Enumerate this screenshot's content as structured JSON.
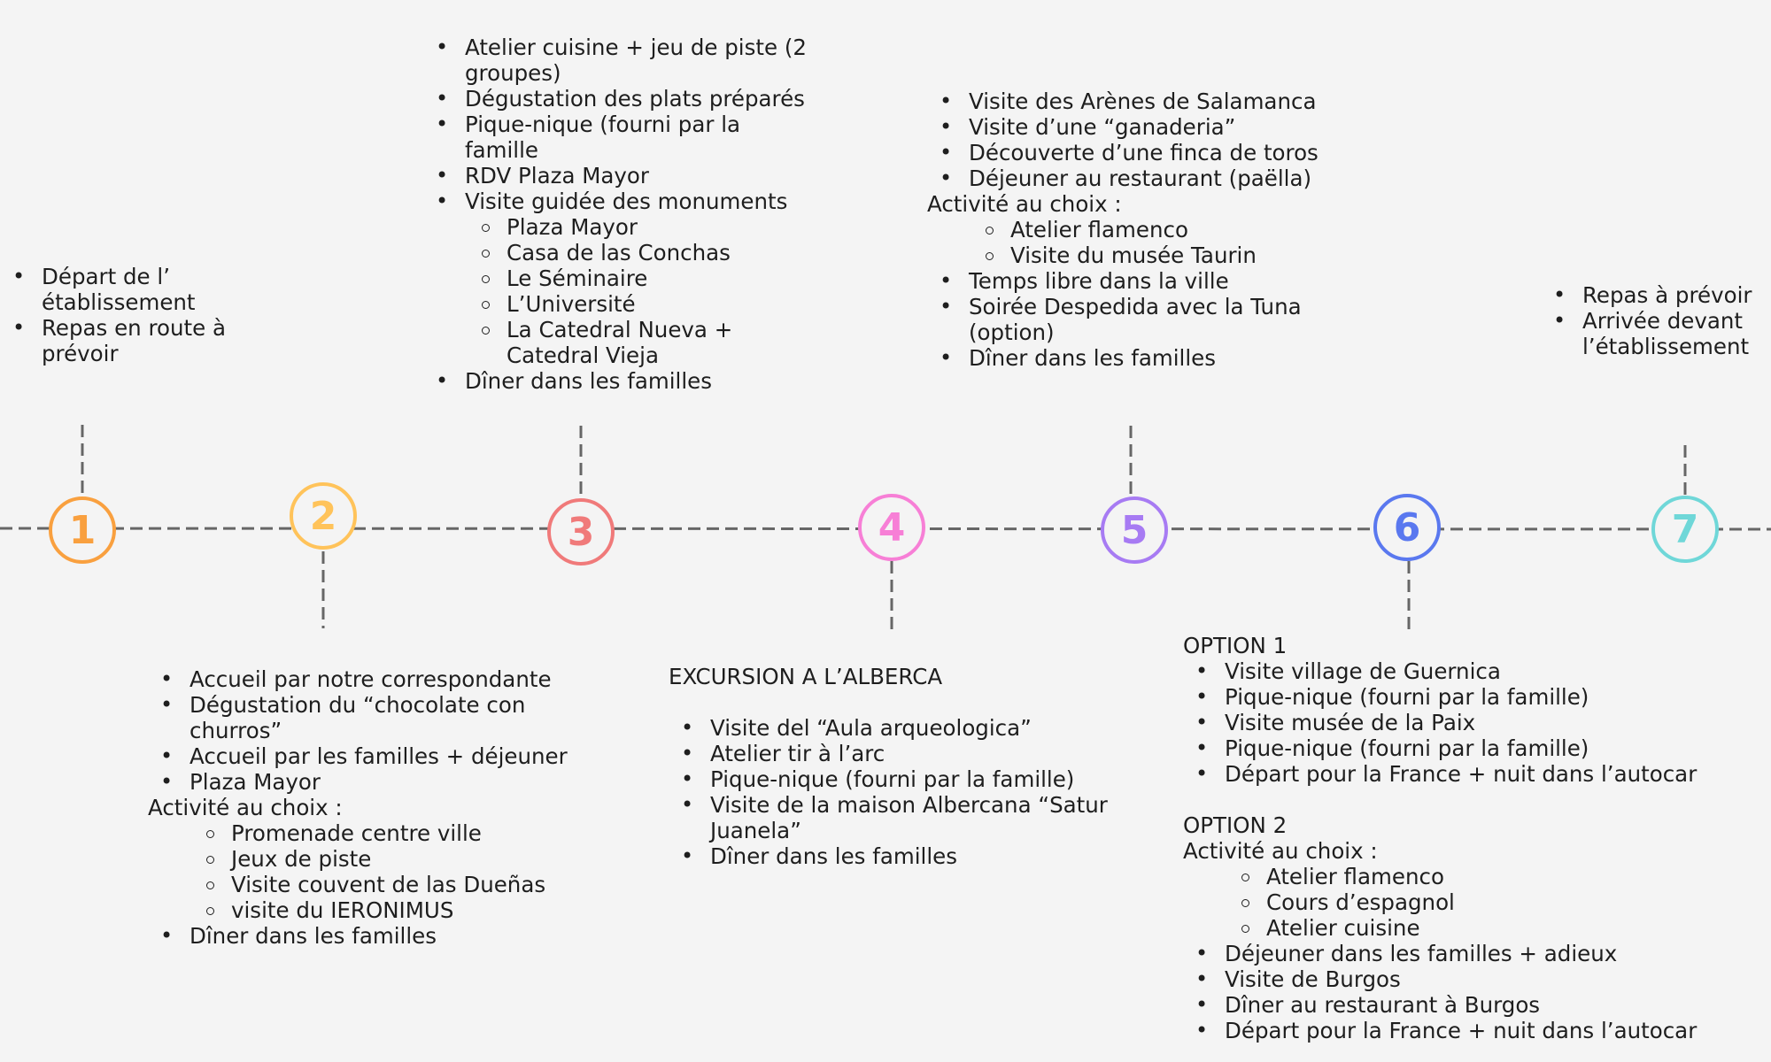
{
  "colors": {
    "line": "#666666",
    "steps": [
      "#f9a03f",
      "#ffc35a",
      "#f07a7a",
      "#f77fd6",
      "#a77bf3",
      "#5a78ef",
      "#6fd7d8"
    ]
  },
  "steps": [
    {
      "number": "1",
      "color": "#f9a03f"
    },
    {
      "number": "2",
      "color": "#ffc35a"
    },
    {
      "number": "3",
      "color": "#f07a7a"
    },
    {
      "number": "4",
      "color": "#f77fd6"
    },
    {
      "number": "5",
      "color": "#a77bf3"
    },
    {
      "number": "6",
      "color": "#5a78ef"
    },
    {
      "number": "7",
      "color": "#6fd7d8"
    }
  ],
  "day1": {
    "items": [
      "Départ de l’ établissement",
      "Repas en route à prévoir"
    ]
  },
  "day2": {
    "items_a": [
      "Accueil par notre correspondante",
      "Dégustation du “chocolate con churros”",
      "Accueil par les familles + déjeuner",
      "Plaza Mayor"
    ],
    "choice_label": "Activité au choix :",
    "choices": [
      "Promenade centre ville",
      "Jeux de piste",
      "Visite couvent de las Dueñas",
      "visite du IERONIMUS"
    ],
    "items_b": [
      " Dîner dans les familles"
    ]
  },
  "day3": {
    "items_a": [
      "Atelier cuisine + jeu de piste (2 groupes)",
      "Dégustation des plats préparés",
      "Pique-nique (fourni par la famille",
      "RDV Plaza Mayor",
      "Visite guidée des monuments"
    ],
    "sub": [
      " Plaza Mayor",
      "Casa de las Conchas",
      "Le Séminaire",
      "L’Université",
      "La Catedral Nueva + Catedral Vieja"
    ],
    "items_b": [
      "Dîner dans les familles"
    ]
  },
  "day4": {
    "heading": "EXCURSION A L’ALBERCA",
    "items": [
      "Visite del “Aula arqueologica”",
      "Atelier tir à l’arc",
      "Pique-nique (fourni par la famille)",
      "Visite de la maison Albercana “Satur Juanela”",
      "Dîner dans les familles"
    ]
  },
  "day5": {
    "items_a": [
      "Visite des Arènes de Salamanca",
      "Visite d’une “ganaderia”",
      "Découverte d’une finca de toros",
      "Déjeuner au restaurant (paëlla)"
    ],
    "choice_label": "Activité au choix :",
    "choices": [
      "Atelier flamenco",
      "Visite du musée Taurin"
    ],
    "items_b": [
      "Temps libre dans la ville",
      "Soirée Despedida avec la Tuna (option)",
      "Dîner dans les familles"
    ]
  },
  "day6": {
    "option1_label": "OPTION 1",
    "option1_items": [
      "Visite village de Guernica",
      "Pique-nique (fourni par la famille)",
      "Visite musée de la Paix",
      "Pique-nique (fourni par la famille)",
      "Départ pour la France + nuit dans l’autocar"
    ],
    "option2_label": "OPTION 2",
    "choice_label": "Activité au choix :",
    "choices": [
      "Atelier flamenco",
      "Cours d’espagnol",
      "Atelier cuisine"
    ],
    "option2_items": [
      "Déjeuner dans les familles + adieux",
      "Visite de Burgos",
      "Dîner au restaurant à Burgos",
      "Départ pour la France + nuit dans l’autocar"
    ]
  },
  "day7": {
    "items": [
      "Repas à prévoir",
      "Arrivée devant l’établissement"
    ]
  }
}
